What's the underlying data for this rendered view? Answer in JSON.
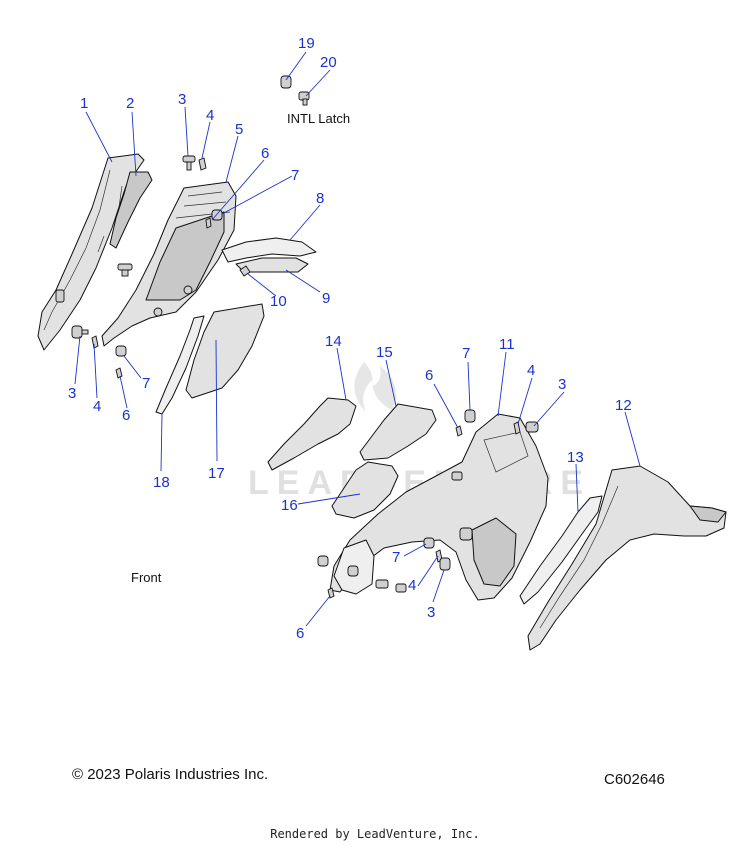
{
  "labels": {
    "intl_latch": "INTL Latch",
    "front": "Front",
    "copyright": "© 2023 Polaris Industries Inc.",
    "diagram_code": "C602646",
    "footer": "Rendered by LeadVenture, Inc.",
    "watermark": "LEADVENTURE"
  },
  "callouts": [
    "1",
    "2",
    "3",
    "4",
    "5",
    "6",
    "7",
    "8",
    "9",
    "10",
    "3",
    "4",
    "7",
    "6",
    "18",
    "17",
    "19",
    "20",
    "14",
    "15",
    "6",
    "7",
    "11",
    "4",
    "3",
    "12",
    "13",
    "16",
    "7",
    "4",
    "3",
    "6"
  ],
  "colors": {
    "callout": "#1a33c9",
    "outline": "#111111",
    "part_fill": "#e2e2e2"
  }
}
